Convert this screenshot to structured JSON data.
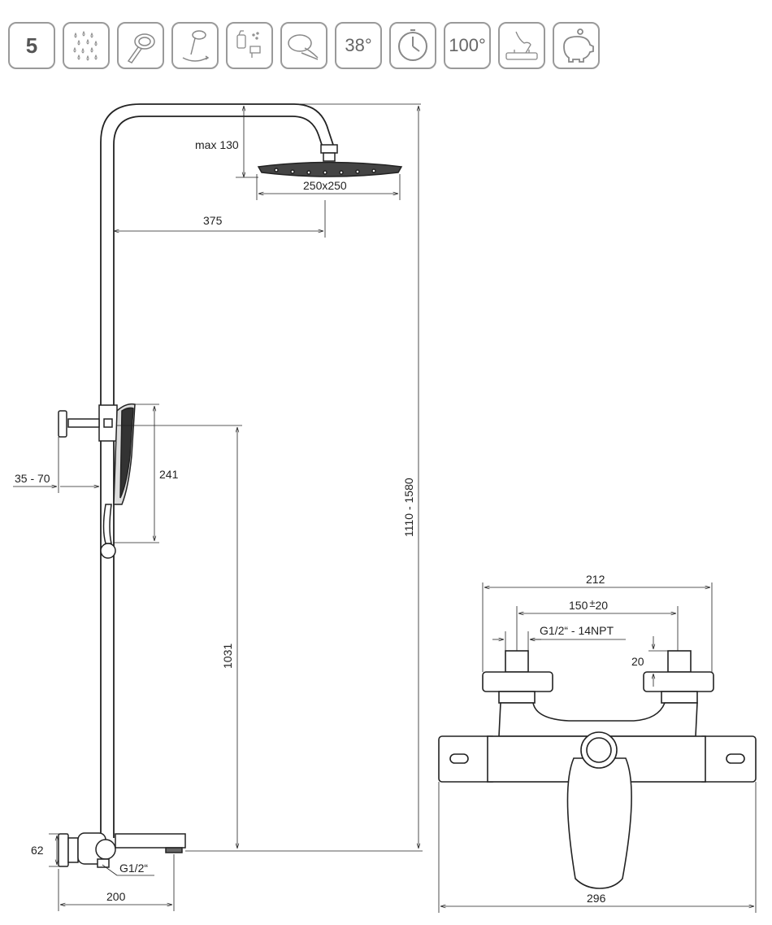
{
  "icons": [
    {
      "name": "five-functions-icon",
      "text": "5"
    },
    {
      "name": "water-drops-icon"
    },
    {
      "name": "hand-shower-icon"
    },
    {
      "name": "swivel-shower-icon"
    },
    {
      "name": "easy-clean-icon"
    },
    {
      "name": "shower-head-clean-icon"
    },
    {
      "name": "temperature-38-icon",
      "text": "38°"
    },
    {
      "name": "timer-icon"
    },
    {
      "name": "safety-stop-100-icon",
      "text": "100°"
    },
    {
      "name": "cool-touch-icon"
    },
    {
      "name": "water-saving-piggy-icon"
    }
  ],
  "dimensions": {
    "max_head_height": "max 130",
    "head_size": "250x250",
    "arm_reach": "375",
    "wall_distance": "35 - 70",
    "hand_shower_length": "241",
    "total_height": "1110 - 1580",
    "holder_height": "1031",
    "mixer_height": "62",
    "connection_thread": "G1/2“",
    "mixer_depth": "200",
    "width_outer": "212",
    "axis_distance_value": "150",
    "axis_distance_tolerance": "20",
    "connector_thread": "G1/2“ - 14NPT",
    "connector_depth": "20",
    "mixer_width": "296"
  }
}
